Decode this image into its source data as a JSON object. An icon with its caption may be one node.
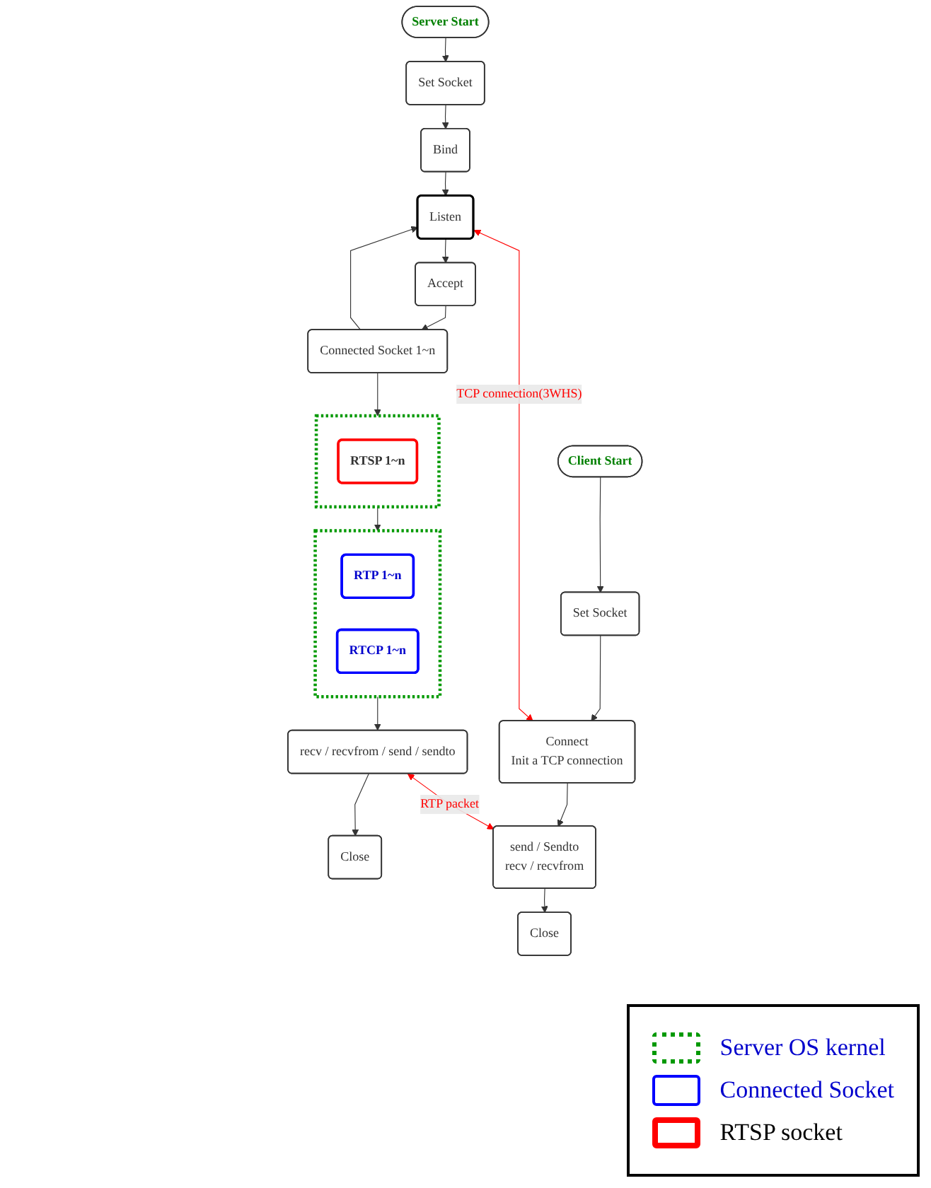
{
  "diagram": {
    "nodes": [
      {
        "text": [
          "Server Start"
        ]
      },
      {
        "text": [
          "Set Socket"
        ]
      },
      {
        "text": [
          "Bind"
        ]
      },
      {
        "text": [
          "Listen"
        ]
      },
      {
        "text": [
          "Accept"
        ]
      },
      {
        "text": [
          "Connected Socket 1~n"
        ]
      },
      {
        "text": [],
        "shape": "box"
      },
      {
        "text": [
          "RTSP 1~n"
        ],
        "in": 6
      },
      {
        "text": [],
        "shape": "box"
      },
      {
        "text": [
          "RTP 1~n"
        ],
        "in": 8
      },
      {
        "text": [
          "RTCP 1~n"
        ],
        "in": 8
      },
      {
        "text": [
          "recv / recvfrom / send / sendto"
        ]
      },
      {
        "text": [
          "Close"
        ]
      },
      {
        "text": [
          "Client Start"
        ]
      },
      {
        "text": [
          "Set Socket"
        ]
      },
      {
        "text": [
          "Connect",
          "Init a TCP connection"
        ]
      },
      {
        "text": [
          "send / Sendto",
          "recv / recvfrom"
        ]
      },
      {
        "text": [
          "Close"
        ]
      }
    ],
    "edges": [
      {
        "from": 0,
        "to": 1,
        "arrow": "to"
      },
      {
        "from": 1,
        "to": 2,
        "arrow": "to"
      },
      {
        "from": 2,
        "to": 3,
        "arrow": "to"
      },
      {
        "from": 3,
        "to": 4,
        "arrow": "to"
      },
      {
        "from": 4,
        "to": 5,
        "arrow": "to"
      },
      {
        "from": 5,
        "to": 6,
        "arrow": "to"
      },
      {
        "from": 5,
        "to": 3,
        "arrow": "to"
      },
      {
        "from": 6,
        "to": 8,
        "arrow": "to"
      },
      {
        "from": 8,
        "to": 11,
        "arrow": "to"
      },
      {
        "from": 11,
        "to": 12,
        "arrow": "to"
      },
      {
        "from": 13,
        "to": 14,
        "arrow": "to"
      },
      {
        "from": 14,
        "to": 15,
        "arrow": "to"
      },
      {
        "from": 15,
        "to": 16,
        "arrow": "to"
      },
      {
        "from": 16,
        "to": 17,
        "arrow": "to"
      },
      {
        "from": 3,
        "to": 15,
        "arrow": "both",
        "label": "TCP connection(3WHS)",
        "color": "#ff0000"
      },
      {
        "from": 11,
        "to": 16,
        "arrow": "both",
        "label": "RTP packet",
        "color": "#ff0000"
      }
    ],
    "legend": [
      {
        "text": "Server OS kernel"
      },
      {
        "text": "Connected Socket"
      },
      {
        "text": "RTSP socket"
      }
    ]
  }
}
